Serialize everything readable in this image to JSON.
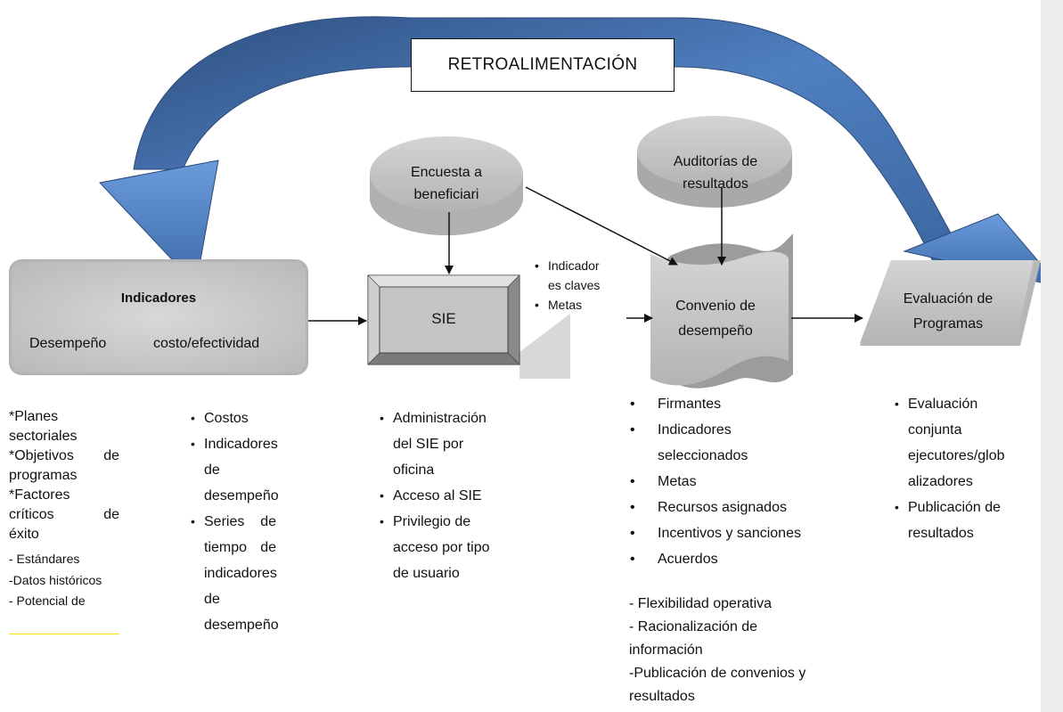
{
  "feedback": {
    "label": "RETROALIMENTACIÓN"
  },
  "survey": {
    "label_line1": "Encuesta a",
    "label_line2": "beneficiari"
  },
  "audits": {
    "label_line1": "Auditorías de",
    "label_line2": "resultados"
  },
  "indicators_box": {
    "title": "Indicadores",
    "left": "Desempeño",
    "right": "costo/efectividad"
  },
  "sie_box": {
    "label": "SIE"
  },
  "sie_side_notes": {
    "item1_line1": "Indicador",
    "item1_line2": "es claves",
    "item2": "Metas"
  },
  "agreement_box": {
    "label_line1": "Convenio de",
    "label_line2": "desempeño"
  },
  "evaluation_box": {
    "label_line1": "Evaluación de",
    "label_line2": "Programas"
  },
  "col1": {
    "lines": [
      "*Planes",
      "sectoriales",
      "*Objetivos",
      "de",
      "programas",
      "*Factores",
      "críticos",
      "de",
      "éxito"
    ],
    "dash_items": [
      "- Estándares",
      "-Datos históricos",
      "- Potencial de"
    ]
  },
  "col2": {
    "items": [
      {
        "lines": [
          "Costos"
        ]
      },
      {
        "lines": [
          "Indicadores",
          "de",
          "desempeño"
        ]
      },
      {
        "lines": [
          "Series",
          "de",
          "tiempo",
          "de",
          "indicadores",
          "de",
          "desempeño"
        ]
      }
    ]
  },
  "col3": {
    "items": [
      {
        "lines": [
          "Administración",
          "del SIE por",
          "oficina"
        ]
      },
      {
        "lines": [
          "Acceso al SIE"
        ]
      },
      {
        "lines": [
          "Privilegio de",
          "acceso por tipo",
          "de usuario"
        ]
      }
    ]
  },
  "col4": {
    "items": [
      {
        "lines": [
          "Firmantes"
        ]
      },
      {
        "lines": [
          "Indicadores",
          "seleccionados"
        ]
      },
      {
        "lines": [
          "Metas"
        ]
      },
      {
        "lines": [
          "Recursos asignados"
        ]
      },
      {
        "lines": [
          "Incentivos y sanciones"
        ]
      },
      {
        "lines": [
          "Acuerdos"
        ]
      }
    ],
    "notes": [
      "-  Flexibilidad operativa",
      "- Racionalización de",
      "información",
      "-Publicación de convenios y",
      "resultados"
    ]
  },
  "col5": {
    "items": [
      {
        "lines": [
          "Evaluación",
          "conjunta",
          "ejecutores/glob",
          "alizadores"
        ]
      },
      {
        "lines": [
          "Publicación de",
          "resultados"
        ]
      }
    ]
  },
  "colors": {
    "arrow_dark": "#3a5a8c",
    "arrow_light": "#5b8fd0",
    "box_grey": "#c9c9c9",
    "shape_grey": "#b8b8b8"
  }
}
